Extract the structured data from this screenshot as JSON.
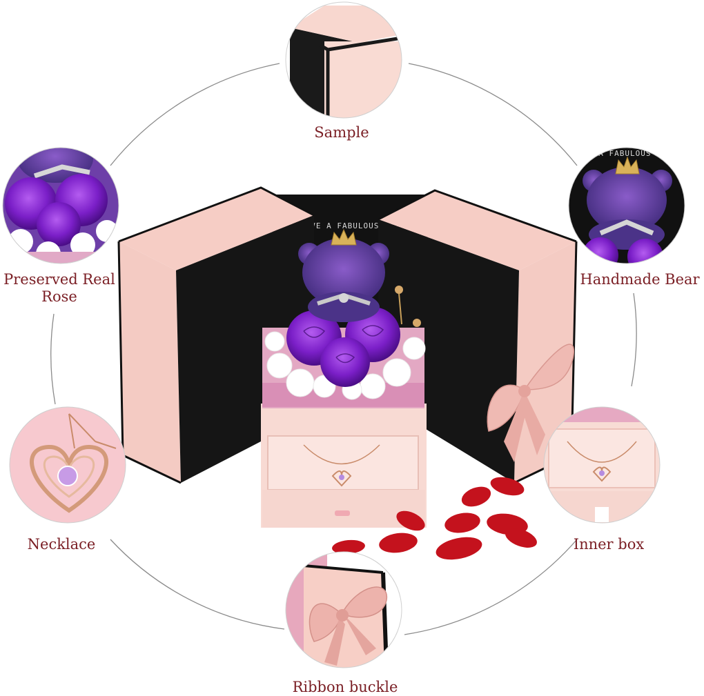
{
  "labels": {
    "sample": "Sample",
    "rose": "Preserved Real\nRose",
    "bear": "Handmade Bear",
    "necklace": "Necklace",
    "inner_box": "Inner box",
    "ribbon": "Ribbon buckle"
  },
  "box_engraving": "HAVE A FABULOUS DAY",
  "bear_detail_engraving": "E A FABULOUS",
  "colors": {
    "label_text": "#7a1e24",
    "box_pink": "#f7d3cc",
    "box_black": "#141414",
    "rose_purple": "#7b1fc8",
    "petal_red": "#c4121d",
    "ribbon_pink": "#eab4ae",
    "connector_gray": "#8a8a8a"
  }
}
